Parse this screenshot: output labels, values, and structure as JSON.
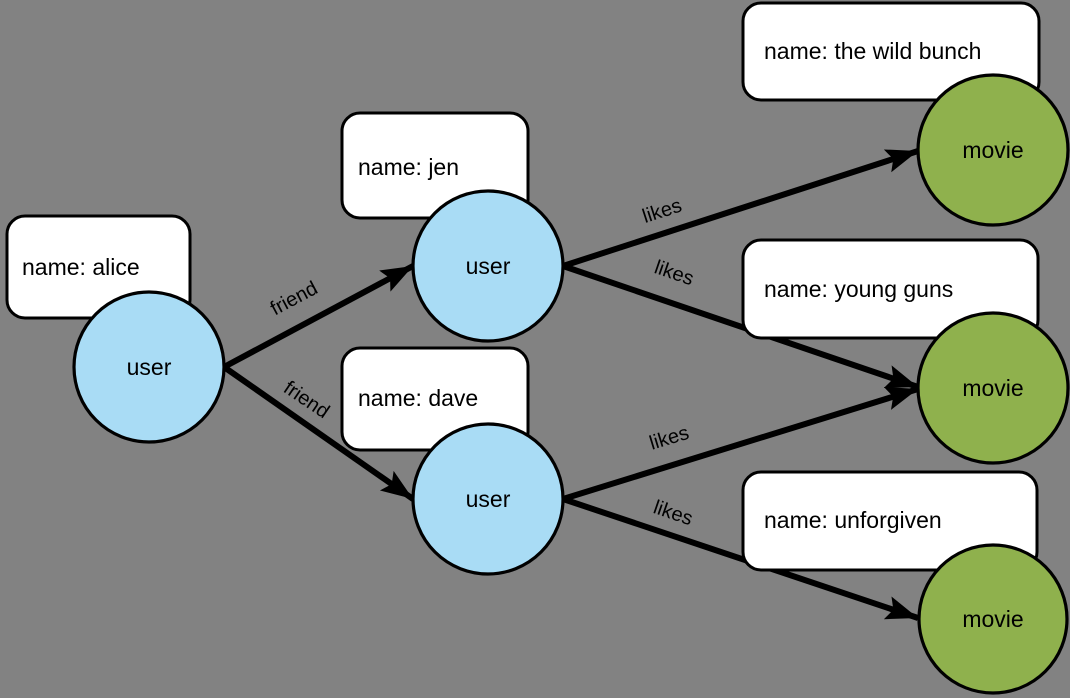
{
  "diagram": {
    "colors": {
      "background": "#828282",
      "user_fill": "#a9dcf5",
      "movie_fill": "#8fb14d",
      "box_fill": "#ffffff",
      "stroke": "#000000"
    },
    "nodes": [
      {
        "id": "alice",
        "type": "user",
        "label": "user",
        "property": "name: alice"
      },
      {
        "id": "jen",
        "type": "user",
        "label": "user",
        "property": "name: jen"
      },
      {
        "id": "dave",
        "type": "user",
        "label": "user",
        "property": "name: dave"
      },
      {
        "id": "wild-bunch",
        "type": "movie",
        "label": "movie",
        "property": "name: the wild bunch"
      },
      {
        "id": "young-guns",
        "type": "movie",
        "label": "movie",
        "property": "name: young guns"
      },
      {
        "id": "unforgiven",
        "type": "movie",
        "label": "movie",
        "property": "name: unforgiven"
      }
    ],
    "edges": [
      {
        "from": "alice",
        "to": "jen",
        "label": "friend"
      },
      {
        "from": "alice",
        "to": "dave",
        "label": "friend"
      },
      {
        "from": "jen",
        "to": "wild-bunch",
        "label": "likes"
      },
      {
        "from": "jen",
        "to": "young-guns",
        "label": "likes"
      },
      {
        "from": "dave",
        "to": "young-guns",
        "label": "likes"
      },
      {
        "from": "dave",
        "to": "unforgiven",
        "label": "likes"
      }
    ]
  }
}
